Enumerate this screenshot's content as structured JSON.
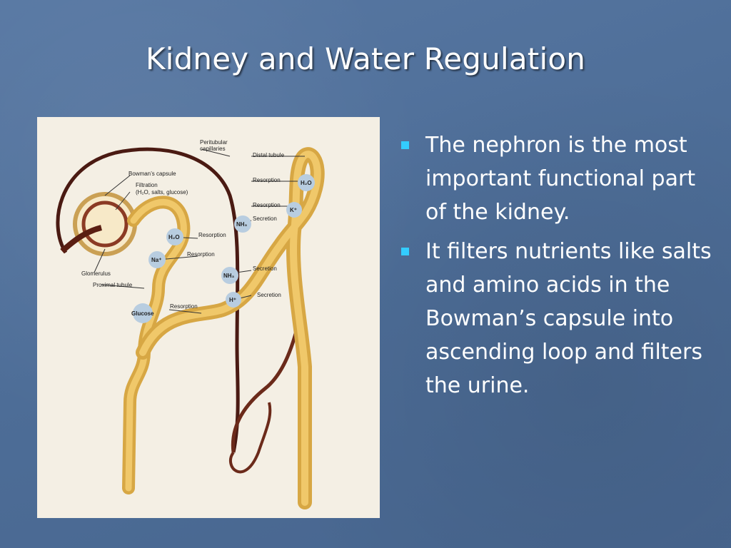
{
  "slide": {
    "title": "Kidney and Water Regulation",
    "bullets": [
      "The nephron is the most important functional part of the kidney.",
      "It filters nutrients like salts and amino acids in the Bowman’s capsule  into ascending loop and filters the urine."
    ]
  },
  "figure": {
    "labels": {
      "peritubular": [
        "Peritubular",
        "capillaries"
      ],
      "distal": "Distal tubule",
      "bowman": "Bowman’s capsule",
      "filtration": [
        "Filtration",
        "(H₂O, salts, glucose)"
      ],
      "resorption": "Resorption",
      "secretion": "Secretion",
      "glomerulus": "Glomerulus",
      "proximal": "Proximal tubule"
    },
    "ions": {
      "h2o": "H₂O",
      "k": "K⁺",
      "nh3": "NH₃",
      "na": "Na⁺",
      "h": "H⁺",
      "glucose": "Glucose"
    }
  }
}
